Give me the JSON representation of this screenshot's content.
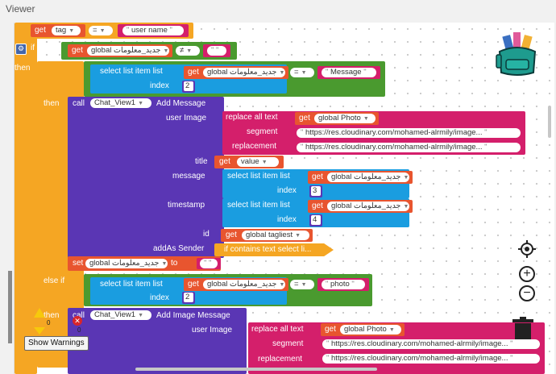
{
  "viewer": {
    "title": "Viewer"
  },
  "top": {
    "get": "get",
    "tag": "tag",
    "eq": "=",
    "username": "user name",
    "if": "if",
    "global": "global",
    "var": "جديد_معلومات",
    "neq": "≠"
  },
  "then1": {
    "then": "then",
    "if": "if",
    "select": "select list item  list",
    "get": "get",
    "global": "global",
    "var": "جديد_معلومات",
    "eq": "=",
    "message": "Message",
    "index": "index",
    "index_val": "2"
  },
  "call1": {
    "then": "then",
    "call": "call",
    "component": "Chat_View1",
    "method": "Add Message",
    "user_image": "user Image",
    "replace_all": "replace all text",
    "get": "get",
    "global_photo": "global Photo",
    "segment": "segment",
    "segment_val": "https://res.cloudinary.com/mohamed-alrmily/image...",
    "replacement": "replacement",
    "replacement_val": "https://res.cloudinary.com/mohamed-alrmily/image...",
    "title": "title",
    "value": "value",
    "message": "message",
    "select": "select list item  list",
    "global": "global",
    "var": "جديد_معلومات",
    "index": "index",
    "idx3": "3",
    "timestamp": "timestamp",
    "idx4": "4",
    "id": "id",
    "tagliest": "global tagliest",
    "add_as_sender": "addAs Sender",
    "if_contains": "if contains  text  select li..."
  },
  "set1": {
    "set": "set",
    "global": "global",
    "var": "جديد_معلومات",
    "to": "to"
  },
  "elseif": {
    "label": "else if",
    "select": "select list item  list",
    "get": "get",
    "global": "global",
    "var": "جديد_معلومات",
    "eq": "=",
    "photo": "photo",
    "index": "index",
    "index_val": "2"
  },
  "call2": {
    "then": "then",
    "call": "call",
    "component": "Chat_View1",
    "method": "Add Image Message",
    "user_image": "user Image",
    "replace_all": "replace all text",
    "get": "get",
    "global_photo": "global Photo",
    "segment": "segment",
    "segment_val": "https://res.cloudinary.com/mohamed-alrmily/image...",
    "replacement": "replacement",
    "replacement_val": "https://res.cloudinary.com/mohamed-alrmily/image..."
  },
  "warnings": {
    "warn_count": "0",
    "error_count": "0",
    "show_label": "Show Warnings"
  },
  "controls": {
    "zoom_in": "+",
    "zoom_out": "−"
  }
}
